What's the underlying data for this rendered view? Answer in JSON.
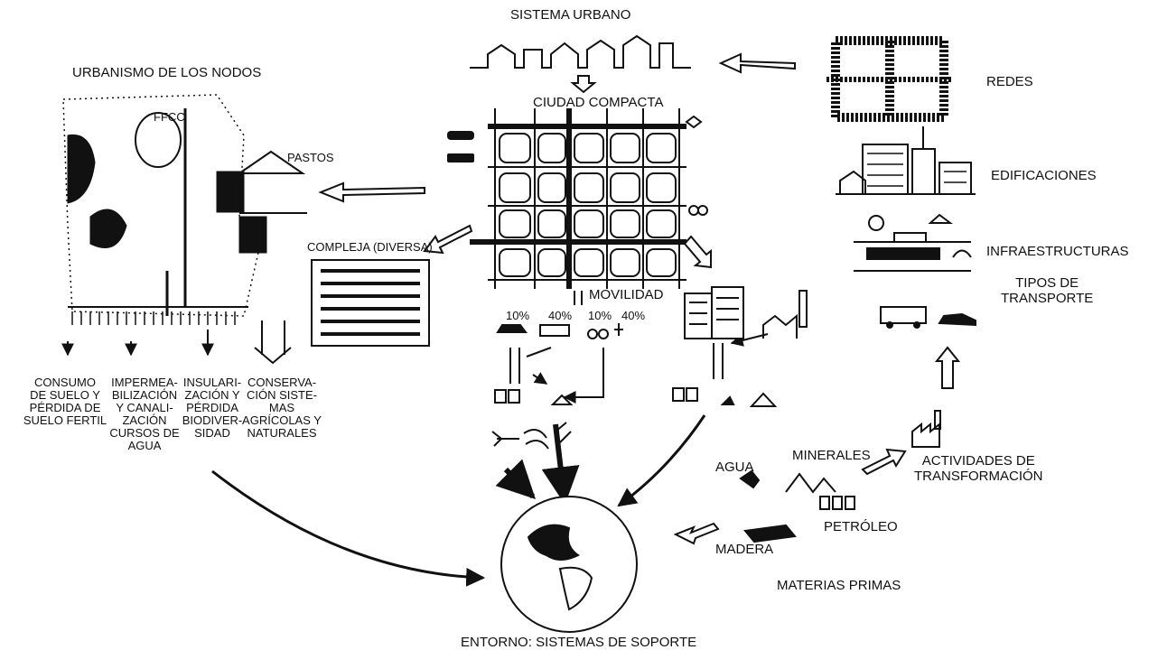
{
  "labels": {
    "sistema_urbano": "SISTEMA URBANO",
    "urbanismo_nodos": "URBANISMO DE LOS NODOS",
    "ciudad_compacta": "CIUDAD COMPACTA",
    "redes": "REDES",
    "ffcc": "FFCC",
    "pastos": "PASTOS",
    "edificaciones": "EDIFICACIONES",
    "infraestructuras": "INFRAESTRUCTURAS",
    "compleja": "COMPLEJA (DIVERSA)",
    "movilidad": "MOVILIDAD",
    "tipos_transporte": "TIPOS DE\nTRANSPORTE",
    "pct_car": "10%",
    "pct_bus": "40%",
    "pct_bike": "10%",
    "pct_walk": "40%",
    "consumo_suelo": "CONSUMO\nDE SUELO Y\nPÉRDIDA DE\nSUELO FERTIL",
    "impermeabilizacion": "IMPERMEA-\nBILIZACIÓN\nY CANALI-\nZACIÓN\nCURSOS DE\nAGUA",
    "insularizacion": "INSULARI-\nZACIÓN Y\nPÉRDIDA\nBIODIVER-\nSIDAD",
    "conservacion": "CONSERVA-\nCIÓN SISTE-\nMAS\nAGRÍCOLAS Y\nNATURALES",
    "agua": "AGUA",
    "minerales": "MINERALES",
    "actividades": "ACTIVIDADES DE\nTRANSFORMACIÓN",
    "petroleo": "PETRÓLEO",
    "madera": "MADERA",
    "materias_primas": "MATERIAS PRIMAS",
    "entorno": "ENTORNO: SISTEMAS DE SOPORTE"
  }
}
